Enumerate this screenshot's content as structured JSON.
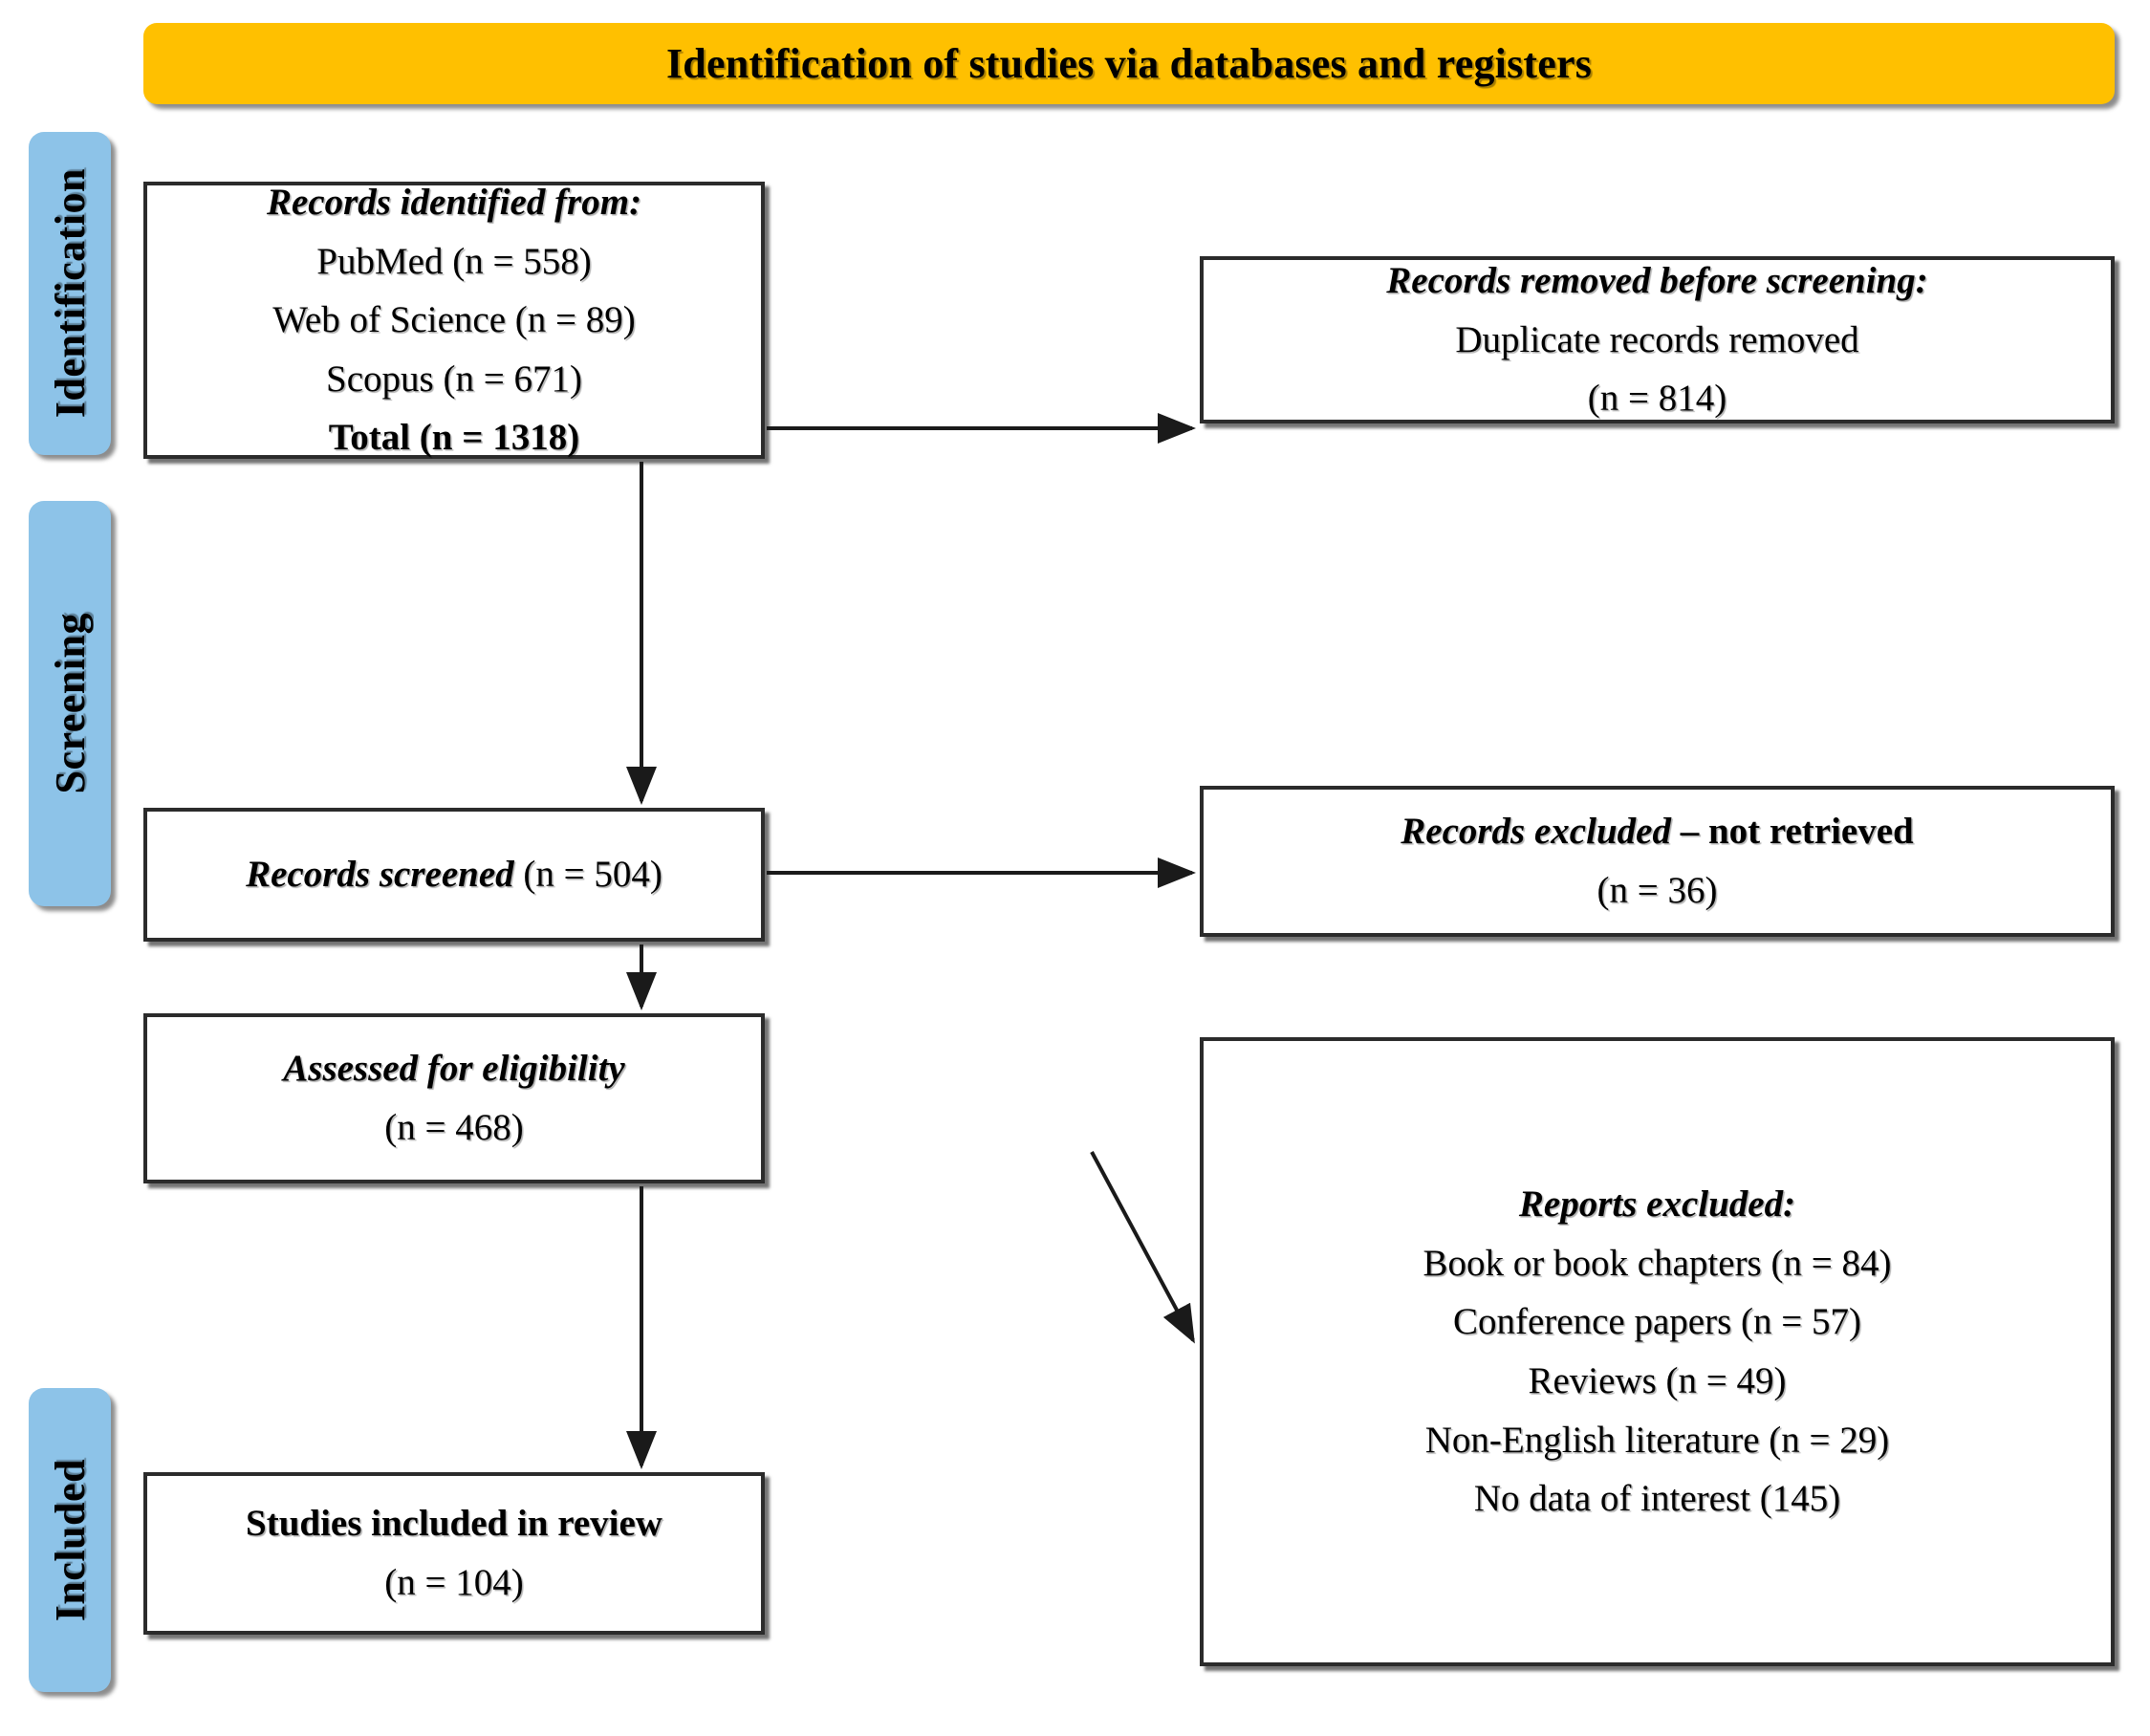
{
  "diagram": {
    "type": "prisma-flow-diagram",
    "header": {
      "title": "Identification of studies via databases and registers",
      "color": "#FFC000"
    },
    "stage_labels": [
      {
        "id": "identification",
        "label": "Identification",
        "color": "#8DC3E8"
      },
      {
        "id": "screening",
        "label": "Screening",
        "color": "#8DC3E8"
      },
      {
        "id": "included",
        "label": "Included",
        "color": "#8DC3E8"
      }
    ],
    "boxes": {
      "identified": {
        "heading": "Records identified from:",
        "lines": [
          "PubMed (n = 558)",
          "Web of Science (n = 89)",
          "Scopus (n = 671)"
        ],
        "total": "Total (n = 1318)"
      },
      "removed_before_screening": {
        "heading": "Records removed before screening:",
        "line1": "Duplicate records removed",
        "line2": "(n = 814)"
      },
      "screened": {
        "label": "Records screened",
        "count": "(n = 504)"
      },
      "not_retrieved": {
        "heading": "Records excluded",
        "heading_tail": " – not retrieved",
        "count": "(n = 36)"
      },
      "eligibility": {
        "heading": "Assessed for eligibility",
        "count": "(n = 468)"
      },
      "reports_excluded": {
        "heading": "Reports excluded:",
        "lines": [
          "Book or book chapters (n = 84)",
          "Conference papers (n = 57)",
          "Reviews (n = 49)",
          "Non-English literature  (n = 29)",
          "No data of interest (145)"
        ]
      },
      "included": {
        "heading": "Studies included in review",
        "count": "(n = 104)"
      }
    },
    "counts": {
      "pubmed": 558,
      "web_of_science": 89,
      "scopus": 671,
      "total_identified": 1318,
      "duplicates_removed": 814,
      "records_screened": 504,
      "records_excluded_not_retrieved": 36,
      "assessed_for_eligibility": 468,
      "book_or_book_chapters": 84,
      "conference_papers": 57,
      "reviews": 49,
      "non_english_literature": 29,
      "no_data_of_interest": 145,
      "studies_included": 104
    }
  }
}
